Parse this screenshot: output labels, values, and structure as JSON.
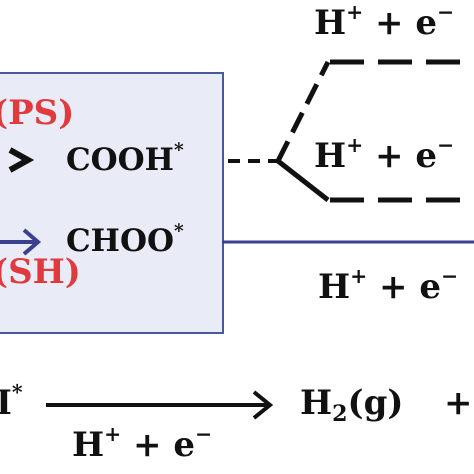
{
  "box": {
    "label_ps": "(PS)",
    "label_sh": "(SH)",
    "species_cooh": "COOH",
    "species_choo": "CHOO",
    "star": "*"
  },
  "right": {
    "top_h": "H",
    "top_rest": " + e",
    "mid_h": "H",
    "mid_rest": " + e",
    "low_h": "H",
    "low_rest": " + e",
    "plus": "+",
    "minus": "−"
  },
  "bottom": {
    "left_species": "I",
    "star": "*",
    "h2": "H",
    "h2_sub": "2",
    "h2_phase": "(g)",
    "trailing_plus": "+",
    "arrow_h": "H",
    "arrow_rest": " + e",
    "plus": "+",
    "minus": "−"
  },
  "colors": {
    "red_label": "#e0393e",
    "blue_line": "#3a3f8f",
    "box_fill": "#e9ecf7",
    "box_border": "#4a5a98"
  }
}
